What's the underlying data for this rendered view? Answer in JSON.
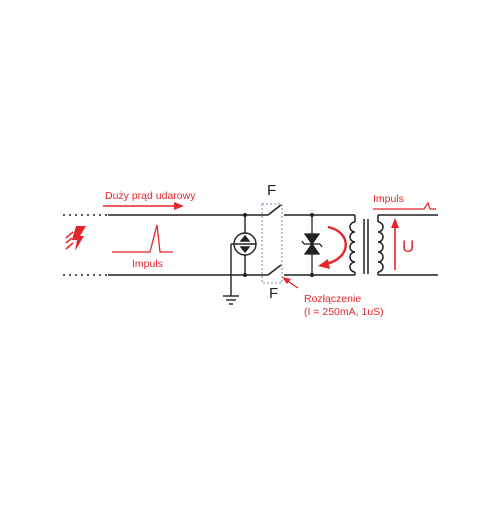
{
  "diagram": {
    "labels": {
      "surge_current": "Duży prąd udarowy",
      "pulse_left": "Impuls",
      "pulse_right": "Impuls",
      "fuse_top": "F",
      "fuse_bottom": "F",
      "disconnect_line1": "Rozłączenie",
      "disconnect_line2": "(I = 250mA, 1uS)",
      "voltage": "U"
    },
    "colors": {
      "line": "#222222",
      "accent": "#e3262b",
      "fuse_box": "#6a8fb3"
    },
    "icons": [
      "lightning-icon",
      "gas-discharge-tube-icon",
      "ground-icon",
      "tvs-diode-icon",
      "transformer-icon"
    ]
  }
}
